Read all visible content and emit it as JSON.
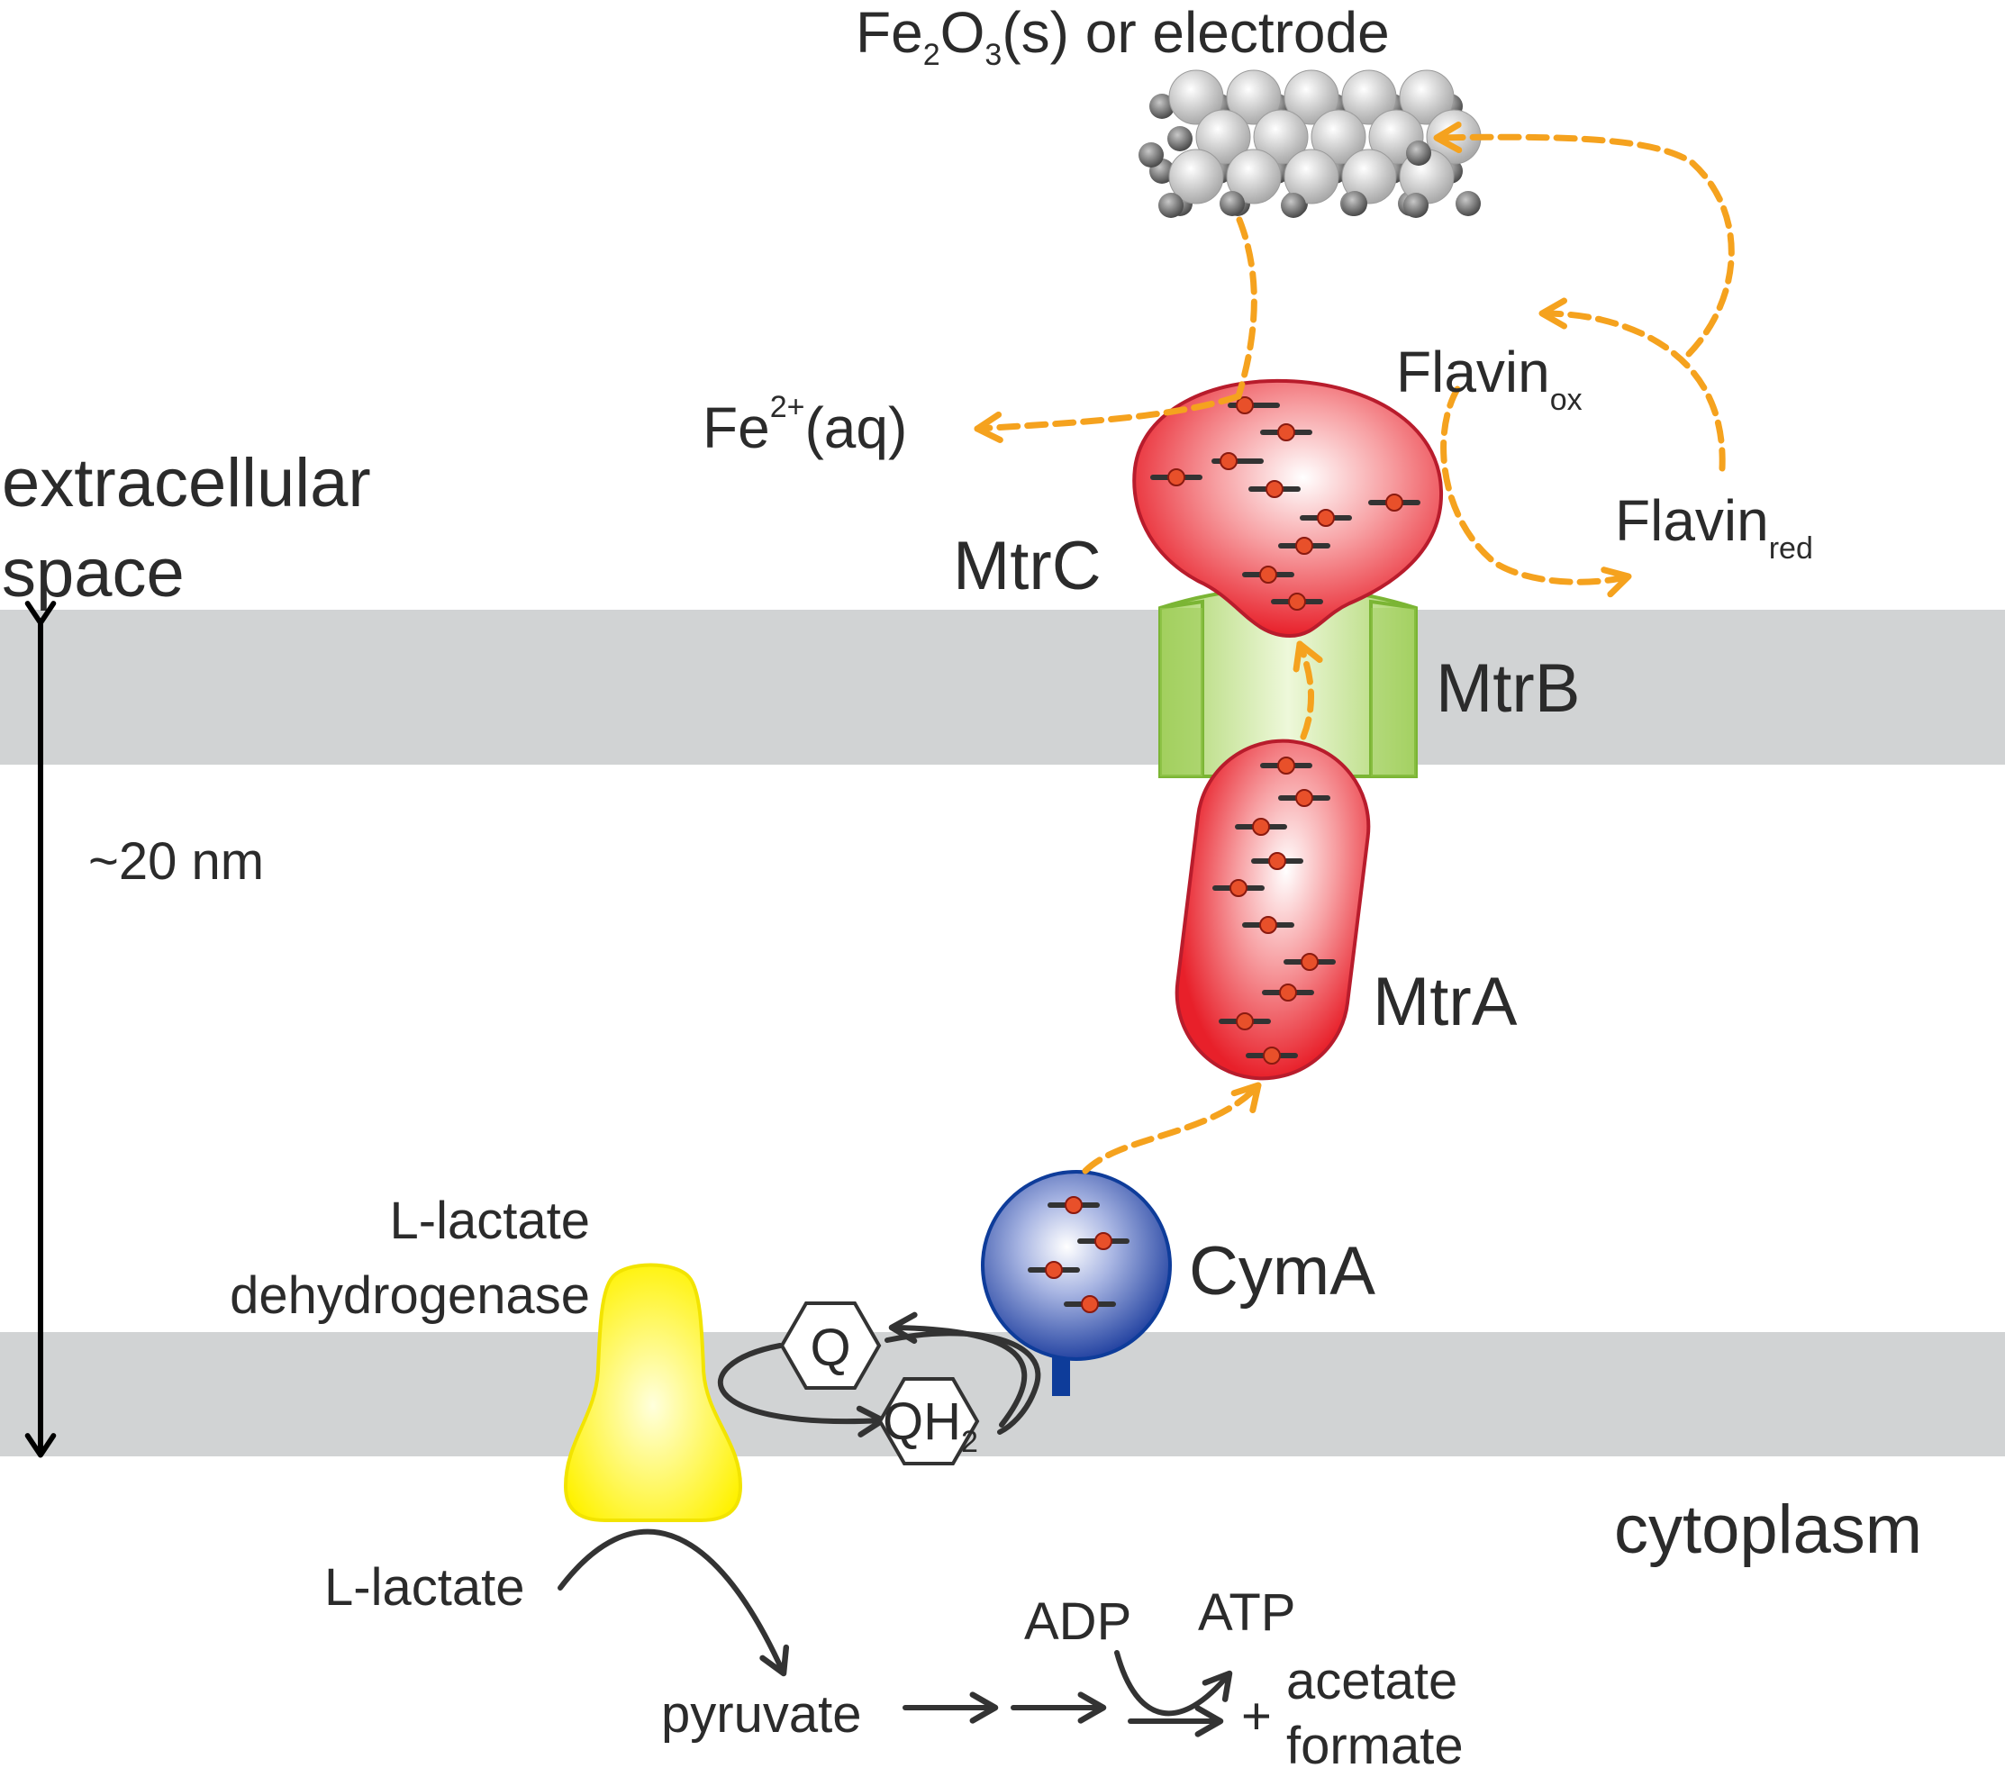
{
  "regions": {
    "extracellular": "extracellular space",
    "extracellular_line1": "extracellular",
    "extracellular_line2": "space",
    "cytoplasm": "cytoplasm"
  },
  "scale": {
    "label": "~20 nm"
  },
  "acceptor": {
    "prefix": "Fe",
    "sub1": "2",
    "mid": "O",
    "sub2": "3",
    "suffix": "(s)  or electrode"
  },
  "iron_product": {
    "base": "Fe",
    "sup": "2+",
    "suffix": "(aq)"
  },
  "flavin_ox": {
    "base": "Flavin",
    "sub": "ox"
  },
  "flavin_red": {
    "base": "Flavin",
    "sub": "red"
  },
  "proteins": {
    "mtrc": "MtrC",
    "mtrb": "MtrB",
    "mtra": "MtrA",
    "cyma": "CymA",
    "ldh_line1": "L-lactate",
    "ldh_line2": "dehydrogenase"
  },
  "quinones": {
    "q": "Q",
    "qh2_base": "QH",
    "qh2_sub": "2"
  },
  "metabolism": {
    "lactate": "L-lactate",
    "pyruvate": "pyruvate",
    "adp": "ADP",
    "atp": "ATP",
    "plus": "+",
    "acetate": "acetate",
    "formate": "formate"
  },
  "colors": {
    "membrane": "#D1D3D4",
    "electron_flow": "#F5A21E",
    "cytochrome_red": "#E8202A",
    "mtrb_green": "#8DC63F",
    "cyma_blue": "#1B3A9E",
    "ldh_yellow": "#FFF200",
    "heme_dot": "#E8502A"
  }
}
